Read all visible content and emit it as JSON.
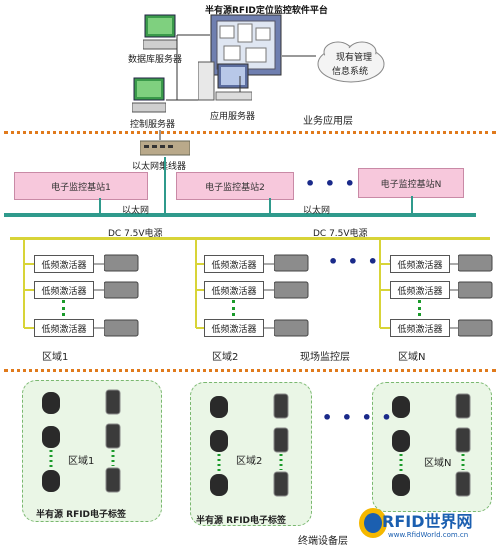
{
  "platform_title": "半有源RFID定位监控软件平台",
  "servers": {
    "db_server": "数据库服务器",
    "control_server": "控制服务器",
    "app_server": "应用服务器"
  },
  "mis_cloud": [
    "现有管理",
    "信息系统"
  ],
  "layers": {
    "business": "业务应用层",
    "field": "现场监控层",
    "terminal": "终端设备层"
  },
  "switch_label": "以太网集线器",
  "stations": [
    "电子监控基站1",
    "电子监控基站2",
    "电子监控基站N"
  ],
  "ethernet_labels": [
    "以太网",
    "以太网"
  ],
  "power_labels": [
    "DC 7.5V电源",
    "DC 7.5V电源"
  ],
  "activator_label": "低频激活器",
  "field_zones": [
    "区域1",
    "区域2",
    "区域N"
  ],
  "terminal_zones": [
    "区域1",
    "区域2",
    "区域N"
  ],
  "tag_labels": [
    "半有源 RFID电子标签",
    "半有源 RFID电子标签"
  ],
  "ellipsis": "• • • •",
  "watermark": {
    "brand": "RFID世界网",
    "url": "www.RfidWorld.com.cn"
  },
  "colors": {
    "ethernet": "#2f9a8c",
    "power": "#d8d438",
    "station_fill": "#f7c8dc",
    "layer_divider": "#e07a1c",
    "zone_fill": "#eaf6e6"
  }
}
